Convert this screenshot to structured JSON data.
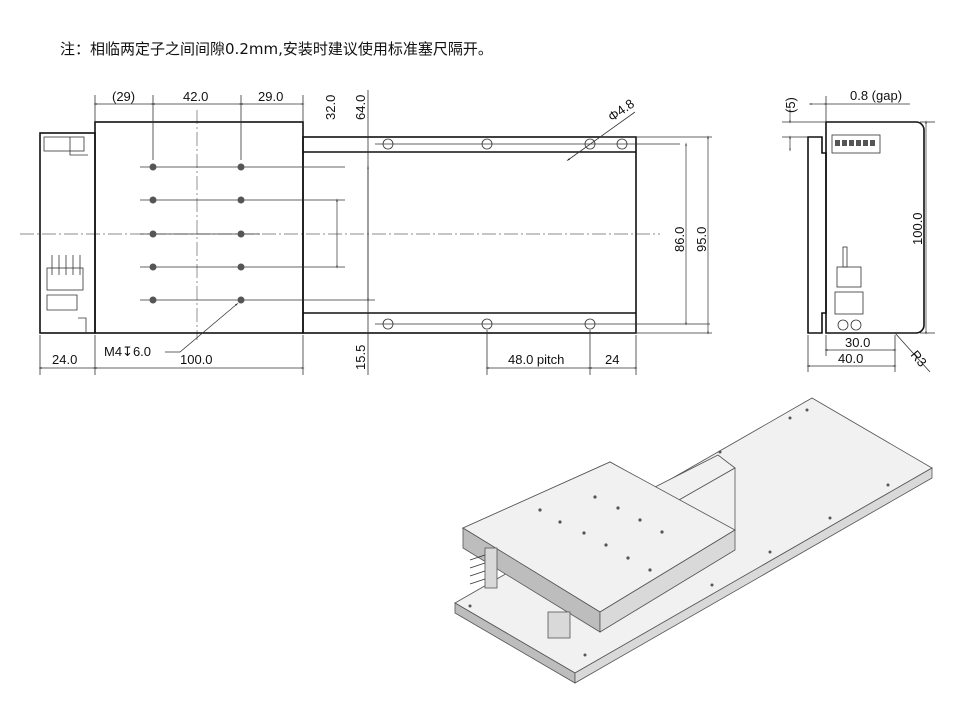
{
  "note": "注：相临两定子之间间隙0.2mm,安装时建议使用标准塞尺隔开。",
  "front_view": {
    "dim_29_ref": "(29)",
    "dim_42": "42.0",
    "dim_29": "29.0",
    "dim_32": "32.0",
    "dim_64": "64.0",
    "dim_hole_dia": "Φ4.8",
    "dim_86": "86.0",
    "dim_95": "95.0",
    "dim_24_left": "24.0",
    "dim_100": "100.0",
    "dim_15_5": "15.5",
    "dim_pitch": "48.0 pitch",
    "dim_24_right": "24",
    "thread_callout": "M4↧6.0"
  },
  "side_view": {
    "dim_5": "(5)",
    "dim_gap": "0.8 (gap)",
    "dim_100": "100.0",
    "dim_30": "30.0",
    "dim_40": "40.0",
    "dim_radius": "R3"
  }
}
